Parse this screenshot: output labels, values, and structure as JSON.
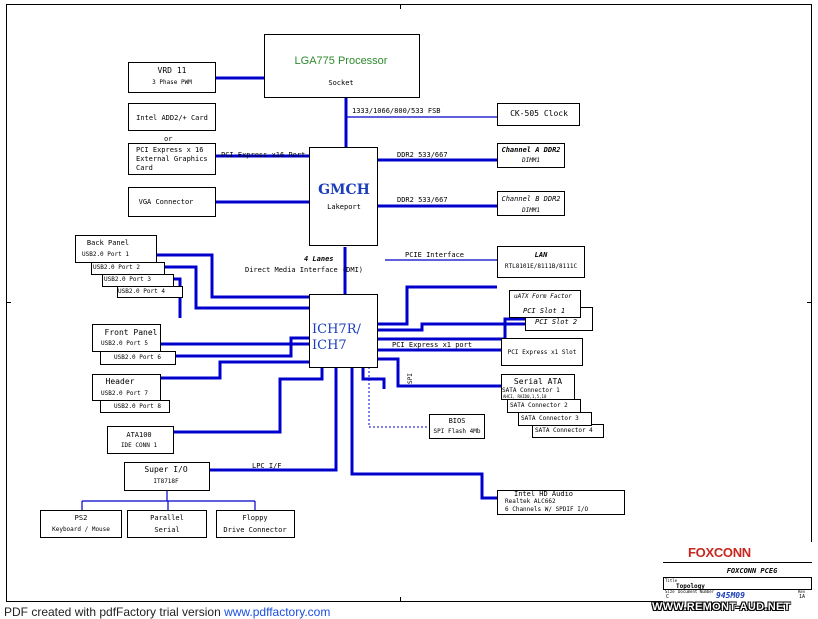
{
  "cpu": {
    "title": "LGA775 Processor",
    "sub": "Socket"
  },
  "fsb": "1333/1066/800/533 FSB",
  "vrd": {
    "line1": "VRD 11",
    "line2": "3 Phase PWM"
  },
  "clock": "CK-505 Clock",
  "add2": "Intel ADD2/+ Card",
  "or": "or",
  "pcie16": {
    "line1": "PCI Express x 16",
    "line2": "External Graphics",
    "line3": "Card"
  },
  "pcie16_bus": "PCI Express x16 Port",
  "vga": "VGA Connector",
  "gmch": {
    "title": "GMCH",
    "sub": "Lakeport"
  },
  "ddr_a_bus": "DDR2 533/667",
  "ddr_b_bus": "DDR2 533/667",
  "dimm_a": {
    "line1": "Channel A DDR2",
    "line2": "DIMM1"
  },
  "dimm_b": {
    "line1": "Channel B DDR2",
    "line2": "DIMM1"
  },
  "dmi": {
    "line1": "4 Lanes",
    "line2": "Direct Media Interface (DMI)"
  },
  "pcie_if": "PCIE  Interface",
  "lan": {
    "line1": "LAN",
    "line2": "RTL8101E/8111B/8111C"
  },
  "ich": {
    "line1": "ICH7R/",
    "line2": "ICH7"
  },
  "back_panel": {
    "title": "Back Panel",
    "p1": "USB2.0 Port 1",
    "p2": "USB2.0 Port 2",
    "p3": "USB2.0 Port 3",
    "p4": "USB2.0 Port 4"
  },
  "front_panel": {
    "title": "Front Panel",
    "p5": "USB2.0 Port 5",
    "p6": "USB2.0 Port 6"
  },
  "header": {
    "title": "Header",
    "p7": "USB2.0 Port 7",
    "p8": "USB2.0 Port 8"
  },
  "ata": {
    "line1": "ATA100",
    "line2": "IDE CONN 1"
  },
  "matx": "uATX Form Factor",
  "pci1": "PCI Slot 1",
  "pci2": "PCI Slot 2",
  "pcie1_bus": "PCI Express x1 port",
  "pcie1_slot": "PCI Express x1 Slot",
  "spi": "SPI",
  "sata": {
    "title": "Serial ATA",
    "c1": "SATA Connector 1",
    "c1b": "AHCI, RAID0,1,5,10",
    "c2": "SATA Connector 2",
    "c3": "SATA Connector 3",
    "c4": "SATA Connector 4"
  },
  "bios": {
    "line1": "BIOS",
    "line2": "SPI Flash 4Mb"
  },
  "sio": {
    "line1": "Super I/O",
    "line2": "IT8718F"
  },
  "lpc": "LPC I/F",
  "ps2": {
    "line1": "PS2",
    "line2": "Keyboard / Mouse"
  },
  "parallel": {
    "line1": "Parallel",
    "line2": "Serial"
  },
  "floppy": {
    "line1": "Floppy",
    "line2": "Drive Connector"
  },
  "audio": {
    "line1": "Intel HD Audio",
    "line2": "Realtek ALC662",
    "line3": "6 Channels W/ SPDIF I/O"
  },
  "titleblock": {
    "logo": "FOXCONN",
    "company": "FOXCONN PCEG",
    "title_label": "Title",
    "title": "Topology",
    "size_label": "Size",
    "size": "C",
    "docnum_label": "Document Number",
    "docnum": "945M09",
    "rev_label": "Rev",
    "rev": "1A"
  },
  "footer": {
    "text": "PDF created with pdfFactory trial version ",
    "link": "www.pdffactory.com"
  },
  "watermark": "WWW.REMONT-AUD.NET",
  "colors": {
    "wire": "#0000cc",
    "gmch_text": "#1a3db8",
    "cpu_title": "#2e8b2e",
    "link": "#1a4fe0"
  }
}
